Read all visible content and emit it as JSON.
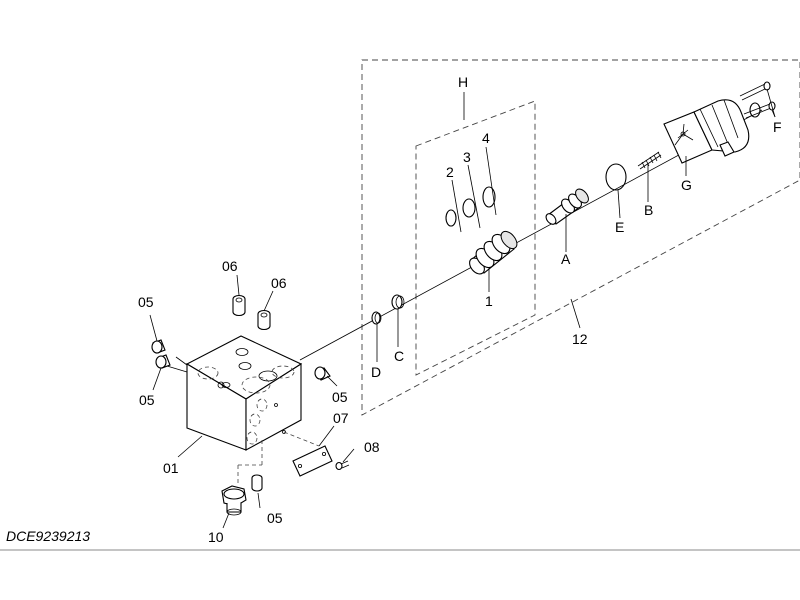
{
  "drawing_code": "DCE9239213",
  "labels": {
    "h": "H",
    "p1": "1",
    "p2": "2",
    "p3": "3",
    "p4": "4",
    "a": "A",
    "b": "B",
    "c": "C",
    "d": "D",
    "e": "E",
    "f": "F",
    "g": "G",
    "p12": "12",
    "p01": "01",
    "p05a": "05",
    "p05b": "05",
    "p05c": "05",
    "p05d": "05",
    "p06a": "06",
    "p06b": "06",
    "p07": "07",
    "p08": "08",
    "p10": "10"
  }
}
